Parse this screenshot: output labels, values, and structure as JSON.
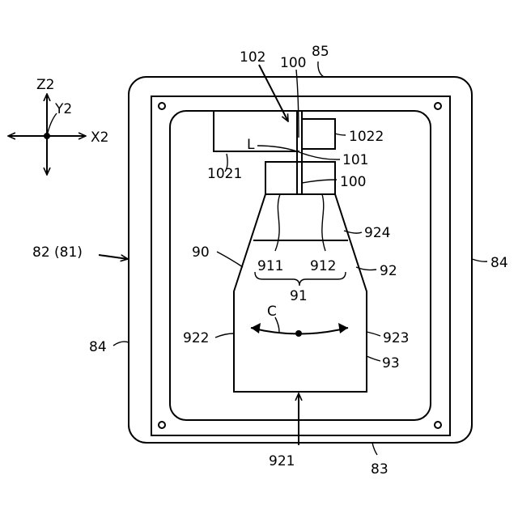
{
  "axes": {
    "z": "Z2",
    "y": "Y2",
    "x": "X2"
  },
  "labels": {
    "l102": "102",
    "l100_top": "100",
    "l85": "85",
    "l1022": "1022",
    "lL": "L",
    "l101": "101",
    "l1021": "1021",
    "l100_mid": "100",
    "l924": "924",
    "l82": "82 (81)",
    "l90": "90",
    "l911": "911",
    "l912": "912",
    "l92": "92",
    "l84_right": "84",
    "l91": "91",
    "lC": "C",
    "l922": "922",
    "l923": "923",
    "l84_left": "84",
    "l93": "93",
    "l921": "921",
    "l83": "83"
  }
}
